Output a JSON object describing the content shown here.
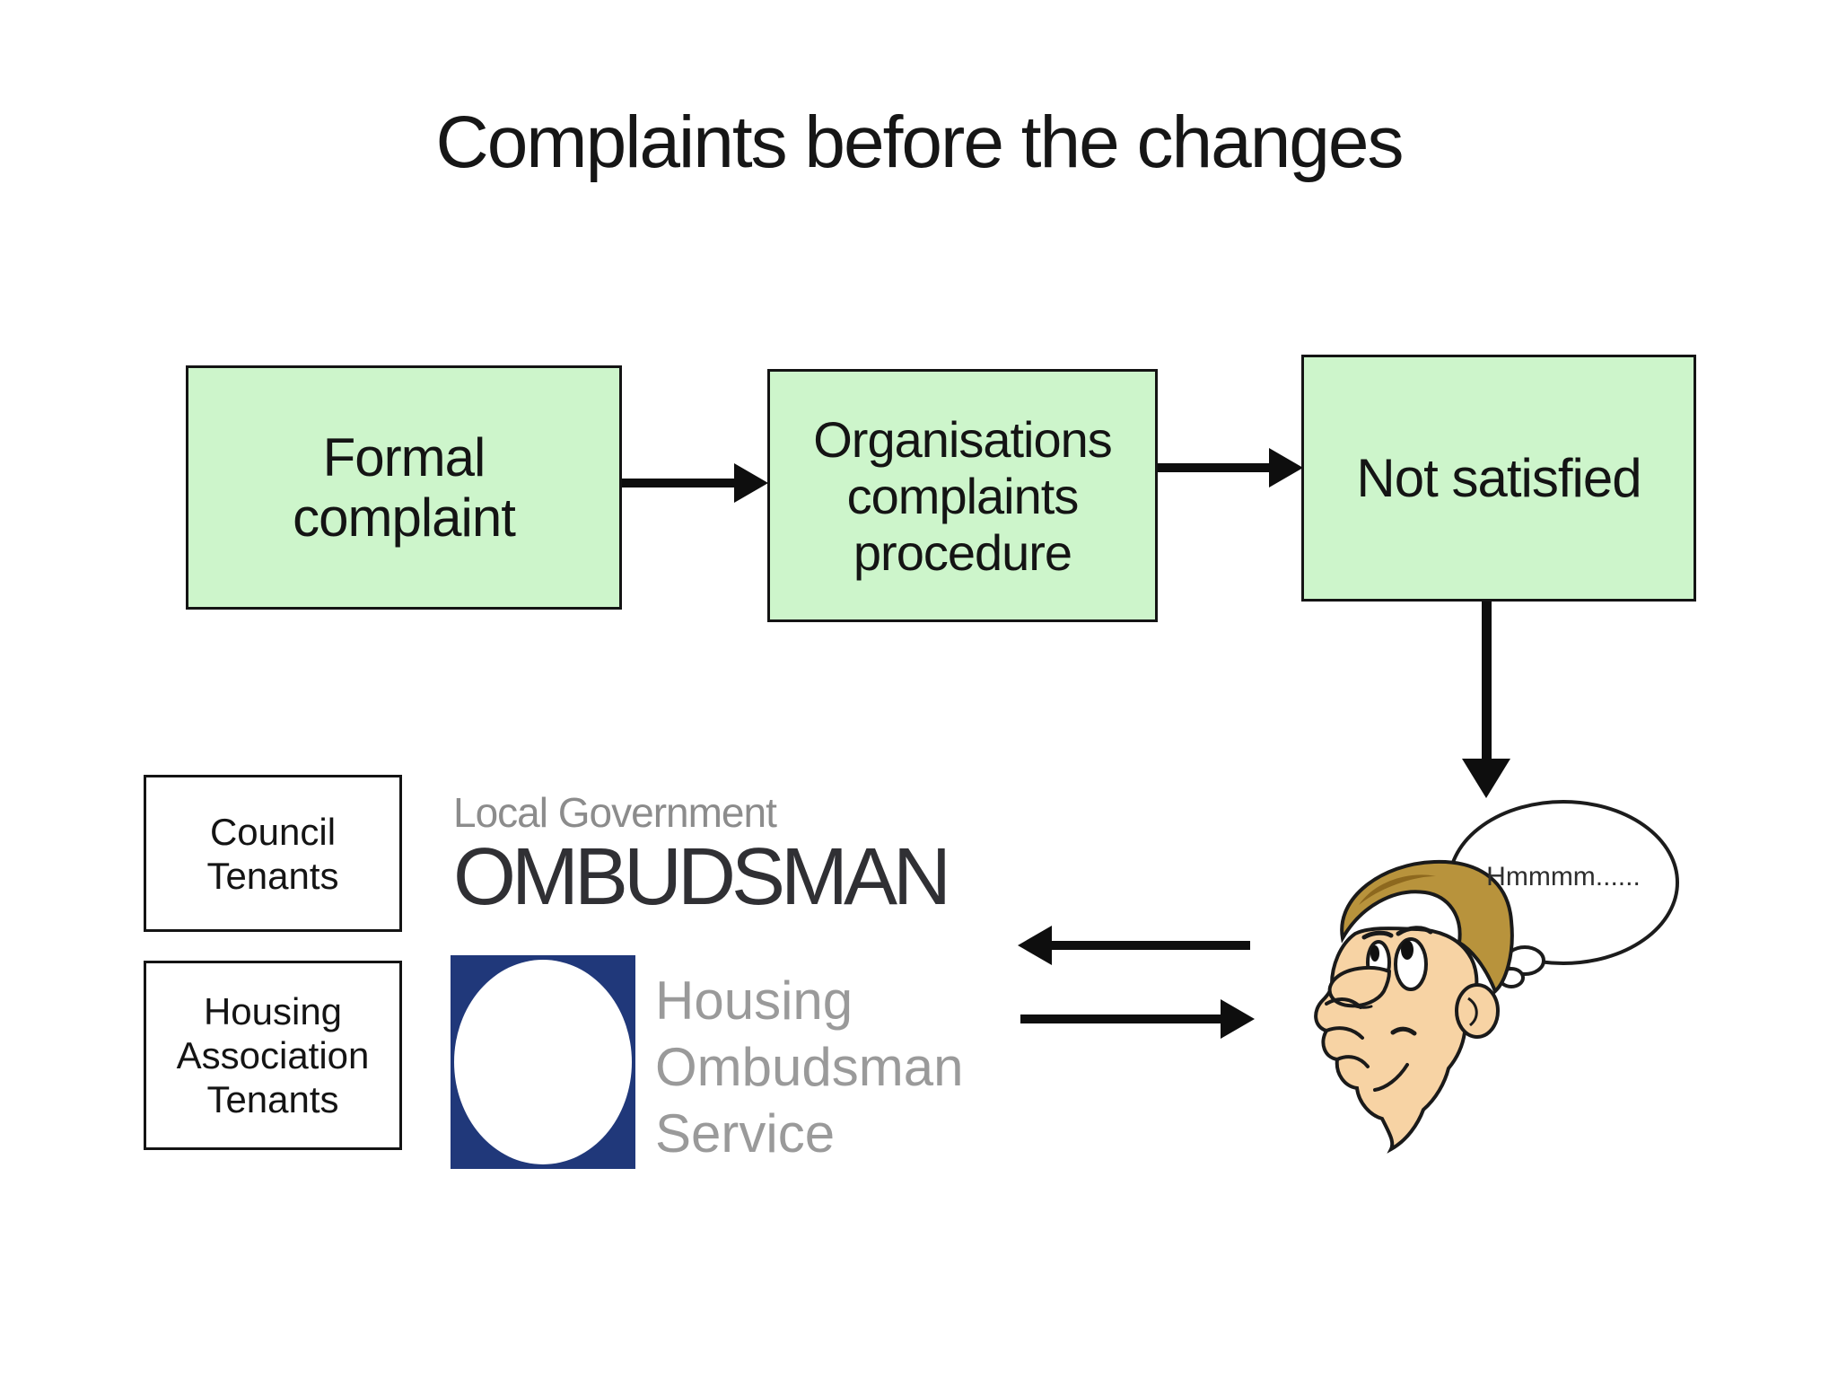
{
  "slide": {
    "title": "Complaints before the changes"
  },
  "flow": {
    "boxes": [
      {
        "name": "formal-complaint",
        "lines": [
          "Formal",
          "complaint"
        ]
      },
      {
        "name": "organisations-complaints-procedure",
        "lines": [
          "Organisations",
          "complaints",
          "procedure"
        ]
      },
      {
        "name": "not-satisfied",
        "lines": [
          "Not satisfied"
        ]
      }
    ]
  },
  "tenants": {
    "boxes": [
      {
        "name": "council-tenants",
        "lines": [
          "Council",
          "Tenants"
        ]
      },
      {
        "name": "housing-association-tenants",
        "lines": [
          "Housing",
          "Association",
          "Tenants"
        ]
      }
    ]
  },
  "logos": {
    "lgo": {
      "line1": "Local Government",
      "line2": "OMBUDSMAN"
    },
    "hos": {
      "lines": [
        "Housing",
        "Ombudsman",
        "Service"
      ]
    }
  },
  "thought": {
    "text": "Hmmmm......"
  },
  "colors": {
    "box_fill": "#cdf5cb",
    "box_border": "#141414",
    "arrow": "#0e0e0e",
    "navy_square": "#20387a",
    "lgo_gray": "#8c8c8c",
    "lgo_dark": "#303034",
    "hos_gray": "#9a9a9a",
    "skin": "#f7d3a4",
    "hair": "#b8933c"
  }
}
